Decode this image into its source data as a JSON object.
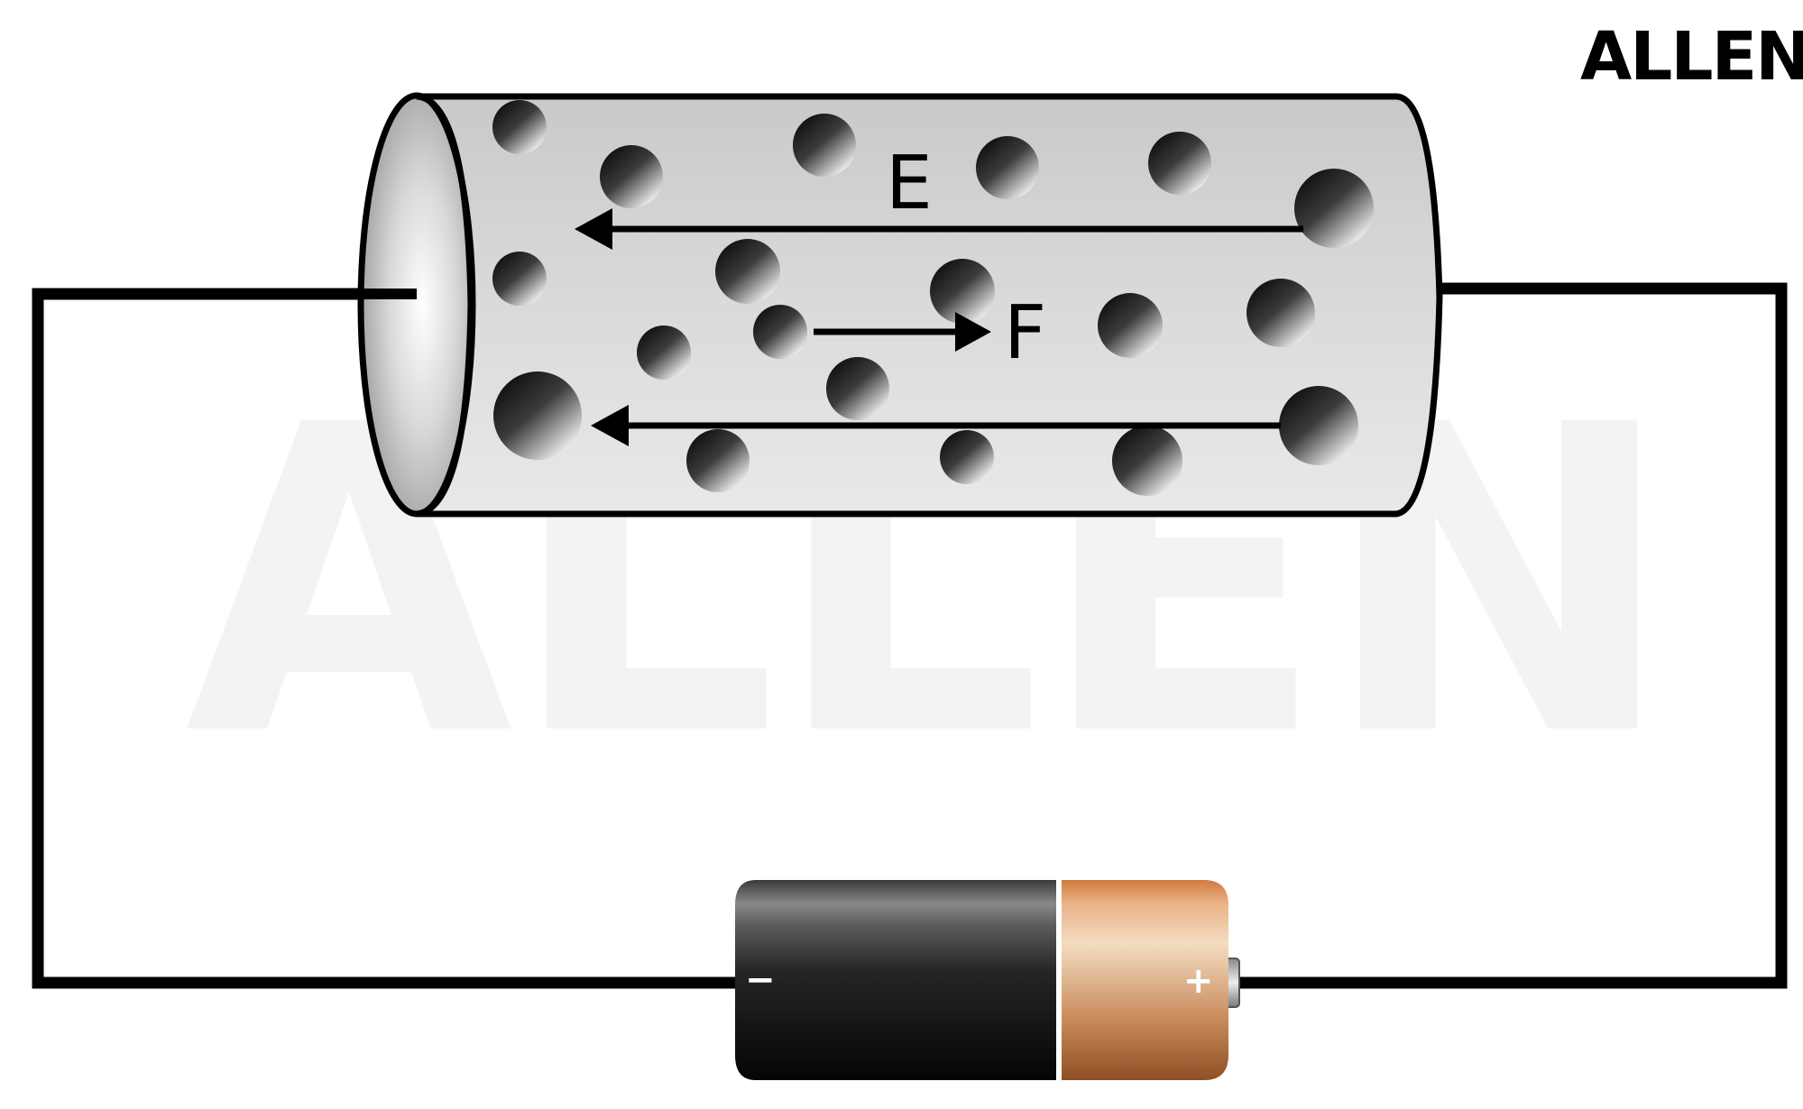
{
  "watermark": {
    "text": "ALLEN"
  },
  "logo": {
    "text": "ALLEN"
  },
  "labels": {
    "field": "E",
    "force": "F"
  },
  "battery": {
    "negative_sign": "−",
    "positive_sign": "+"
  },
  "colors": {
    "wire": "#000000",
    "conductor_body": "#d2d2d2",
    "battery_black": "#111111",
    "battery_copper": "#c98a58",
    "watermark": "#f3f3f3"
  },
  "icons": {
    "particles": "sphere-icon",
    "field_arrow": "arrow-left-icon",
    "force_arrow": "arrow-right-icon"
  }
}
